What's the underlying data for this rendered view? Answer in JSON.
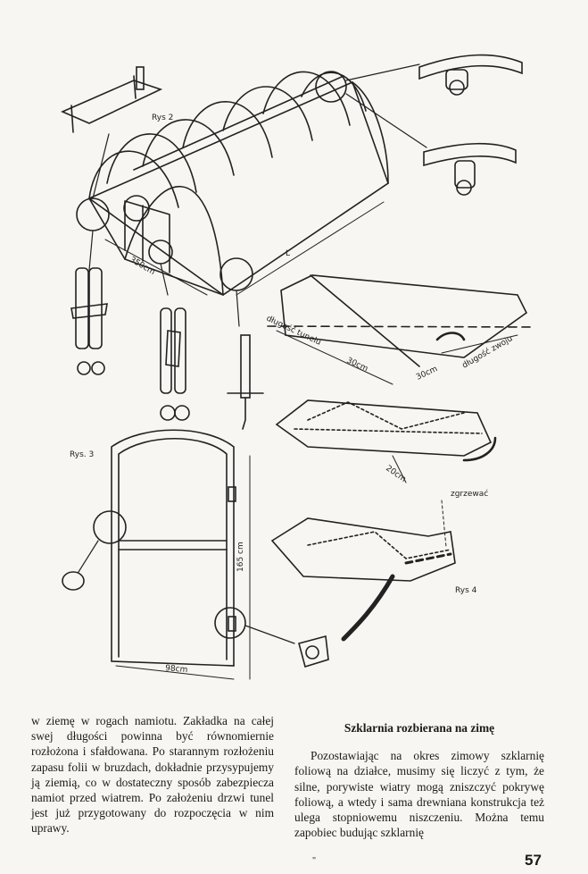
{
  "figure": {
    "rys2_label": "Rys 2",
    "rys3_label": "Rys. 3",
    "rys4_label": "Rys 4",
    "dim_width": "350cm",
    "dim_length": "L",
    "dim_door_height": "165 cm",
    "dim_door_width": "98cm",
    "label_tunnel_length": "długość tunelu",
    "label_30_left": "30cm",
    "label_30_right": "30cm",
    "label_roll_length": "długość zwoju",
    "label_20": "20cm",
    "label_weld": "zgrzewać"
  },
  "text": {
    "left_column": "w ziemę w rogach namiotu. Zakładka na całej swej długości powinna być równomiernie rozłożona i sfałdowana. Po starannym rozłożeniu zapasu folii w bruzdach, dokładnie przysypujemy ją ziemią, co w dostateczny sposób zabezpiecza namiot przed wiatrem. Po założeniu drzwi tunel jest już przygotowany do rozpoczęcia w nim uprawy.",
    "section_heading": "Szklarnia rozbierana na zimę",
    "right_column": "Pozostawiając na okres zimowy szklarnię foliową na działce, musimy się liczyć z tym, że silne, porywiste wiatry mogą zniszczyć pokrywę foliową, a wtedy i sama drewniana konstrukcja też ulega stopniowemu niszczeniu. Można temu zapobiec budując szklarnię"
  },
  "page_number": "57",
  "stray_mark": "\""
}
